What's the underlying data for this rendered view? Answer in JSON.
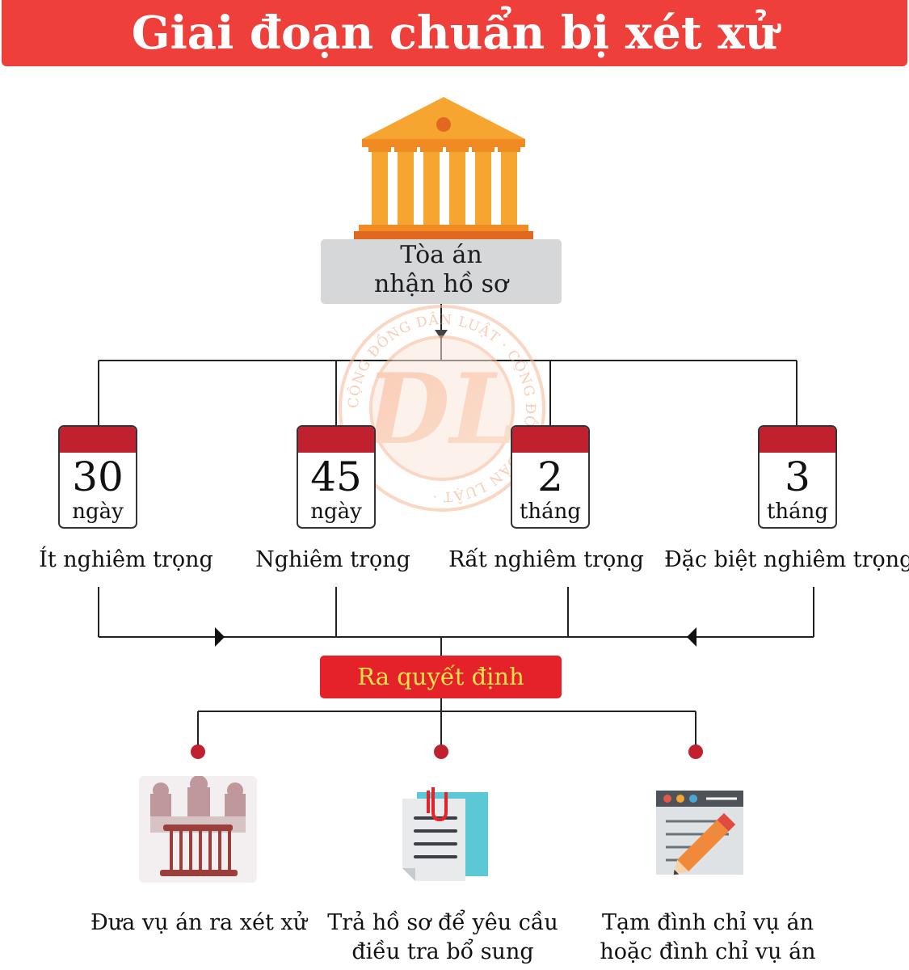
{
  "title": "Giai đoạn chuẩn bị xét xử",
  "court": {
    "line1": "Tòa án",
    "line2": "nhận hồ sơ"
  },
  "categories": [
    {
      "number": "30",
      "unit": "ngày",
      "label": "Ít nghiêm trọng"
    },
    {
      "number": "45",
      "unit": "ngày",
      "label": "Nghiêm trọng"
    },
    {
      "number": "2",
      "unit": "tháng",
      "label": "Rất nghiêm trọng"
    },
    {
      "number": "3",
      "unit": "tháng",
      "label": "Đặc biệt nghiêm trọng"
    }
  ],
  "decision": "Ra quyết định",
  "outcomes": [
    {
      "icon": "courtroom-icon",
      "lines": [
        "Đưa vụ án ra xét xử"
      ]
    },
    {
      "icon": "document-icon",
      "lines": [
        "Trả hồ sơ để yêu cầu",
        "điều tra bổ sung"
      ]
    },
    {
      "icon": "edit-window-icon",
      "lines": [
        "Tạm đình chỉ vụ án",
        "hoặc đình chỉ vụ án"
      ]
    }
  ],
  "watermark": {
    "monogram": "DL",
    "ring_text": "CỘNG ĐỒNG DÂN LUẬT · CỘNG ĐỒNG DÂN LUẬT ·"
  },
  "colors": {
    "title_bg": "#ee3f3a",
    "calendar_top": "#c1202e",
    "decision_bg": "#e52229",
    "decision_text": "#ffe34a",
    "court_orange": "#f7a531",
    "dot_red": "#c1202e"
  }
}
